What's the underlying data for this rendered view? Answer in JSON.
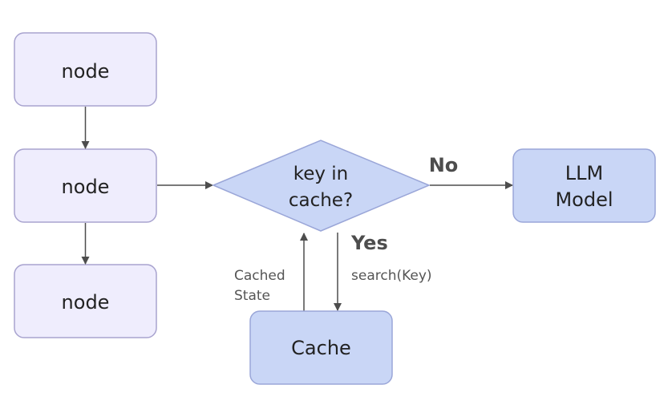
{
  "colors": {
    "node_fill": "#efedfd",
    "node_stroke": "#a8a3cf",
    "blue_fill": "#c9d6f6",
    "blue_stroke": "#9aa6d8",
    "arrow": "#4d4d4d",
    "text": "#222222"
  },
  "nodes": [
    {
      "label": "node"
    },
    {
      "label": "node"
    },
    {
      "label": "node"
    }
  ],
  "decision": {
    "line1": "key in",
    "line2": "cache?"
  },
  "llm": {
    "line1": "LLM",
    "line2": "Model"
  },
  "cache": {
    "label": "Cache"
  },
  "edge_labels": {
    "no": "No",
    "yes": "Yes",
    "cached_state_1": "Cached",
    "cached_state_2": "State",
    "search_key": "search(Key)"
  }
}
